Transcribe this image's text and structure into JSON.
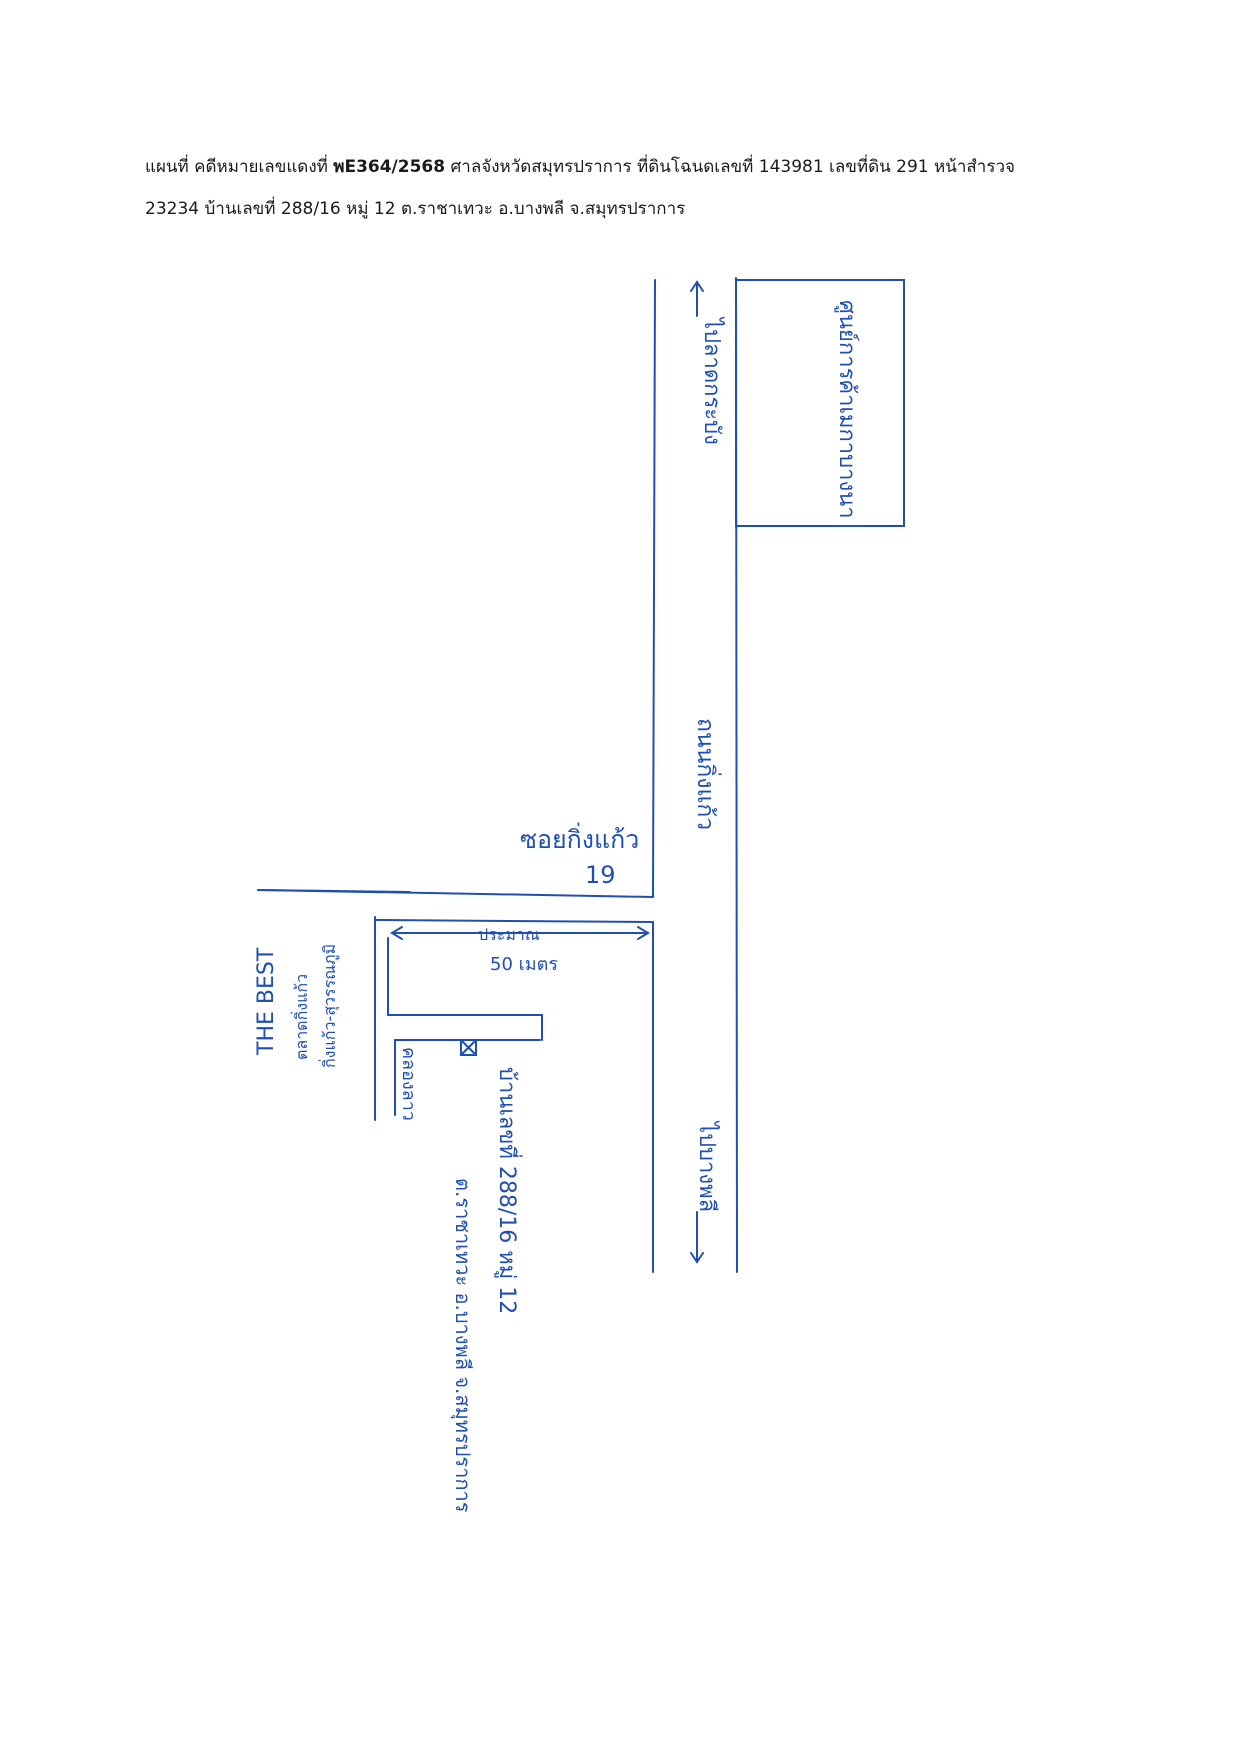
{
  "header": {
    "line1_prefix": "แผนที่ คดีหมายเลขแดงที่ ",
    "case_no": "พE364/2568",
    "line1_suffix": " ศาลจังหวัดสมุทรปราการ ที่ดินโฉนดเลขที่ 143981 เลขที่ดิน 291 หน้าสำรวจ",
    "line2": "23234 บ้านเลขที่ 288/16 หมู่ 12 ต.ราชาเทวะ อ.บางพลี จ.สมุทรปราการ"
  },
  "map": {
    "ink_color": "#1f4fb0",
    "labels": {
      "to_top": "ไปลาดกระบัง",
      "mall": "ศูนย์การค้าเมกาบางนา",
      "main_road": "ถนนกิ่งแก้ว",
      "soi": "ซอยกิ่งแก้ว",
      "soi_no": "19",
      "distance_1": "ประมาณ",
      "distance_2": "50 เมตร",
      "the_best": "THE BEST",
      "the_best_sub1": "ตลาดกิ่งแก้ว",
      "the_best_sub2": "กิ่งแก้ว-สุวรรณภูมิ",
      "canal": "คลองลาว",
      "house": "บ้านเลขที่ 288/16 หมู่ 12",
      "address": "ต.ราชาเทวะ อ.บางพลี จ.สมุทรปราการ",
      "to_bottom": "ไปบางพลี"
    }
  }
}
